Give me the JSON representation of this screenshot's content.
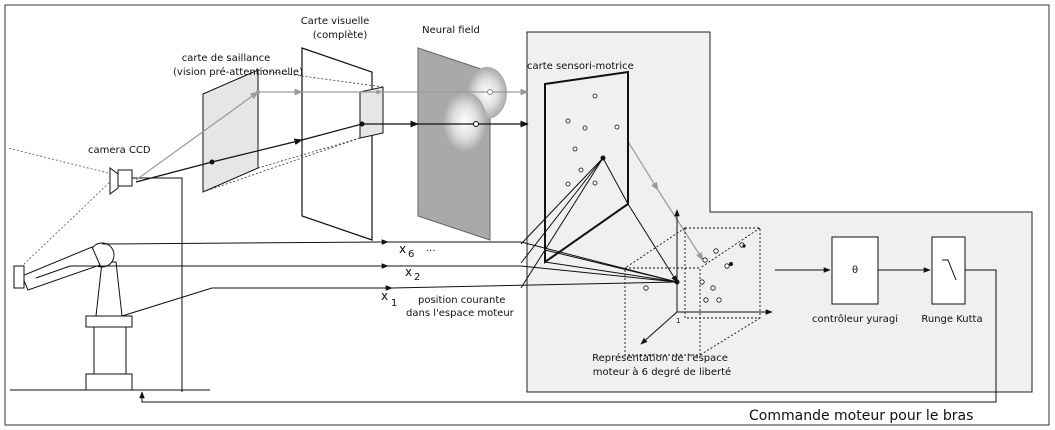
{
  "labels": {
    "camera": "camera CCD",
    "saliency_line1": "carte de saillance",
    "saliency_line2": "(vision pré-attentionnelle)",
    "visual_line1": "Carte visuelle",
    "visual_line2": "(complète)",
    "neural_field": "Neural field",
    "sensorimotor": "carte sensori-motrice",
    "x6": "x",
    "x6_sub": "6",
    "dots": "...",
    "x2": "x",
    "x2_sub": "2",
    "x1": "x",
    "x1_sub": "1",
    "position_line1": "position courante",
    "position_line2": "dans l'espace moteur",
    "motor_space_line1": "Représentation de l'espace",
    "motor_space_line2": "moteur à 6 degré de liberté",
    "axis_tick": "1",
    "theta": "θ",
    "controller": "contrôleur yuragi",
    "runge_kutta": "Runge Kutta",
    "command": "Commande moteur pour le bras"
  },
  "colors": {
    "stroke": "#111111",
    "grey_path": "#9a9a9a",
    "region_fill": "#f0f0f0",
    "saliency_fill": "#e6e6e6",
    "neural_fill": "#a9a9a9"
  }
}
